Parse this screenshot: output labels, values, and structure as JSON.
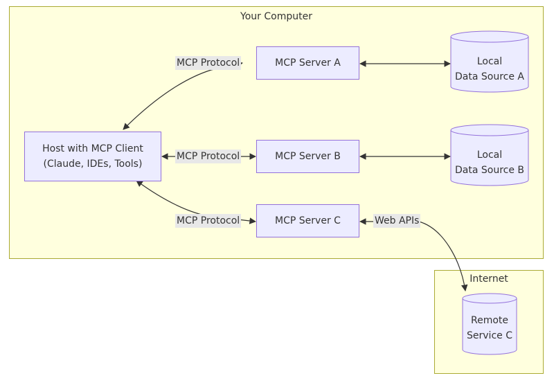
{
  "clusters": {
    "computer": "Your Computer",
    "internet": "Internet"
  },
  "nodes": {
    "host": [
      "Host with MCP Client",
      "(Claude, IDEs, Tools)"
    ],
    "server_a": "MCP Server A",
    "server_b": "MCP Server B",
    "server_c": "MCP Server C",
    "data_a": [
      "Local",
      "Data Source A"
    ],
    "data_b": [
      "Local",
      "Data Source B"
    ],
    "remote_c": [
      "Remote",
      "Service C"
    ]
  },
  "edges": {
    "protocol_a": "MCP Protocol",
    "protocol_b": "MCP Protocol",
    "protocol_c": "MCP Protocol",
    "web_apis": "Web APIs"
  },
  "colors": {
    "cluster_fill": "#ffffde",
    "cluster_stroke": "#aaaa33",
    "node_fill": "#ececff",
    "node_stroke": "#9370db",
    "edge": "#333333",
    "edge_label_bg": "#e8e8e8"
  }
}
